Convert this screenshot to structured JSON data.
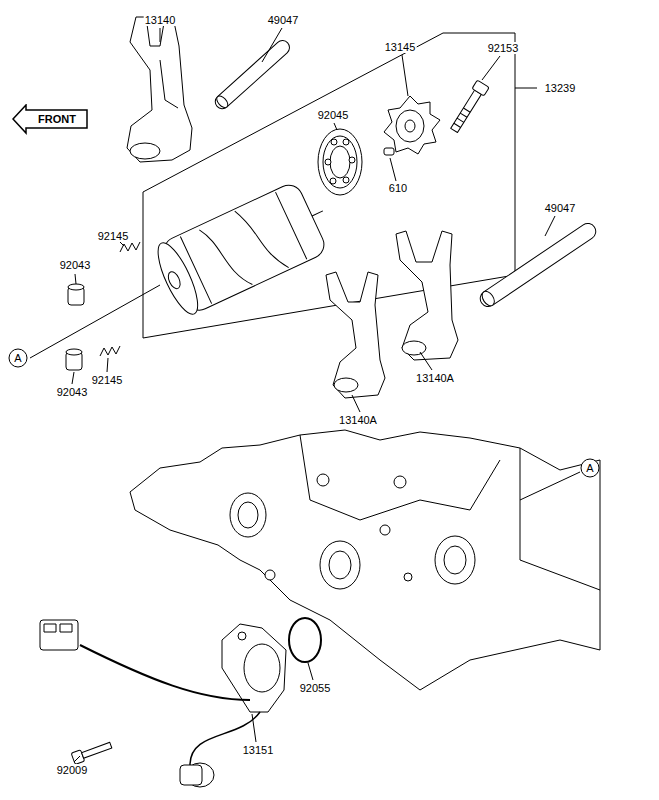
{
  "diagram": {
    "nodes": [
      {
        "text": [
          "FRONT"
        ]
      },
      {
        "text": [
          "A"
        ]
      },
      {
        "text": [
          "A"
        ]
      }
    ],
    "labels": [
      "13140",
      "49047",
      "92153",
      "13145",
      "13239",
      "92045",
      "610",
      "49047",
      "92145",
      "92043",
      "92145",
      "92043",
      "13140A",
      "13140A",
      "92055",
      "13151",
      "92009"
    ]
  }
}
